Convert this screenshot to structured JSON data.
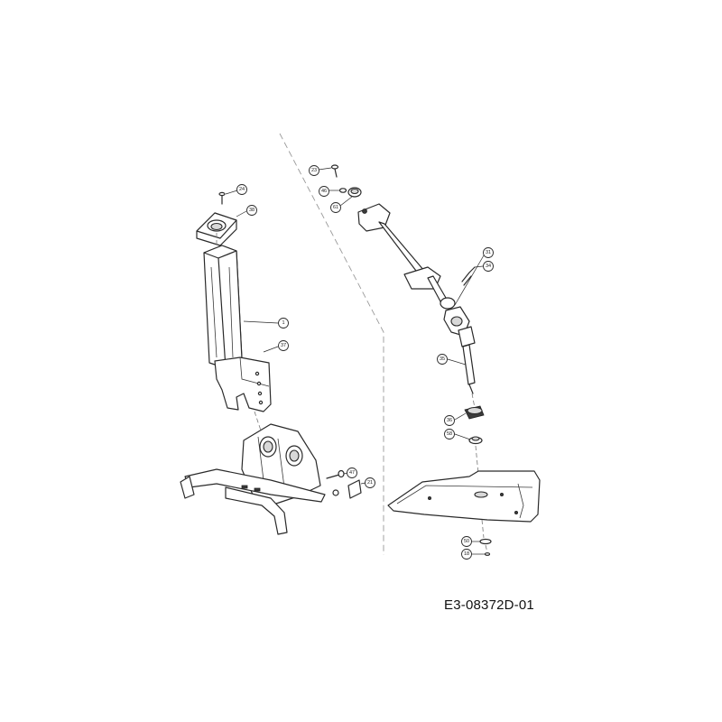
{
  "drawing_code": "E3-08372D-01",
  "callouts": [
    {
      "id": "c24",
      "label": "24"
    },
    {
      "id": "c38",
      "label": "38"
    },
    {
      "id": "c1",
      "label": "1"
    },
    {
      "id": "c37",
      "label": "37"
    },
    {
      "id": "c47",
      "label": "47"
    },
    {
      "id": "c21",
      "label": "21"
    },
    {
      "id": "c23",
      "label": "23"
    },
    {
      "id": "c46",
      "label": "46"
    },
    {
      "id": "c61",
      "label": "61"
    },
    {
      "id": "c31",
      "label": "31"
    },
    {
      "id": "c34",
      "label": "34"
    },
    {
      "id": "c35",
      "label": "35"
    },
    {
      "id": "c36",
      "label": "36"
    },
    {
      "id": "c58",
      "label": "58"
    },
    {
      "id": "c50",
      "label": "50"
    },
    {
      "id": "c18",
      "label": "18"
    }
  ]
}
